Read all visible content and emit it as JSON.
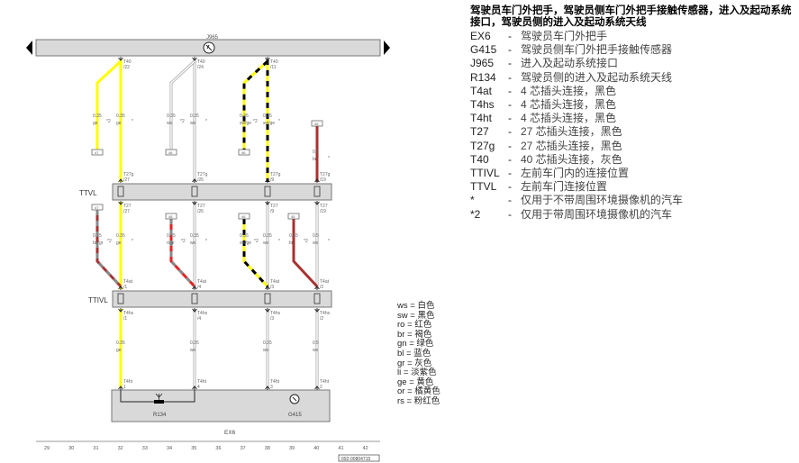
{
  "legend": {
    "title": "驾驶员车门外把手，驾驶员侧车门外把手接触传感器，进入及起动系统接口，驾驶员侧的进入及起动系统天线",
    "items": [
      {
        "code": "EX6",
        "desc": "驾驶员车门外把手"
      },
      {
        "code": "G415",
        "desc": "驾驶员侧车门外把手接触传感器"
      },
      {
        "code": "J965",
        "desc": "进入及起动系统接口"
      },
      {
        "code": "R134",
        "desc": "驾驶员侧的进入及起动系统天线"
      },
      {
        "code": "T4at",
        "desc": "4 芯插头连接，黑色"
      },
      {
        "code": "T4hs",
        "desc": "4 芯插头连接，黑色"
      },
      {
        "code": "T4ht",
        "desc": "4 芯插头连接，黑色"
      },
      {
        "code": "T27",
        "desc": "27 芯插头连接，黑色"
      },
      {
        "code": "T27g",
        "desc": "27 芯插头连接，黑色"
      },
      {
        "code": "T40",
        "desc": "40 芯插头连接，灰色"
      },
      {
        "code": "TTIVL",
        "desc": "左前车门内的连接位置"
      },
      {
        "code": "TTVL",
        "desc": "左前车门连接位置"
      },
      {
        "code": "*",
        "desc": "仅用于不带周围环境摄像机的汽车"
      },
      {
        "code": "*2",
        "desc": "仅用于带周围环境摄像机的汽车"
      }
    ]
  },
  "color_codes": [
    {
      "code": "ws",
      "name": "白色"
    },
    {
      "code": "sw",
      "name": "黑色"
    },
    {
      "code": "ro",
      "name": "红色"
    },
    {
      "code": "br",
      "name": "褐色"
    },
    {
      "code": "gn",
      "name": "绿色"
    },
    {
      "code": "bl",
      "name": "蓝色"
    },
    {
      "code": "gr",
      "name": "灰色"
    },
    {
      "code": "li",
      "name": "淡紫色"
    },
    {
      "code": "ge",
      "name": "黄色"
    },
    {
      "code": "or",
      "name": "橘黄色"
    },
    {
      "code": "rs",
      "name": "粉红色"
    }
  ],
  "diagram": {
    "components": {
      "j965": "J965",
      "ttvl": "TTVL",
      "ttivl": "TTIVL",
      "ex6": "EX6",
      "r134": "R134",
      "g415": "G415"
    },
    "wire_colors": {
      "ge": "#ffff00",
      "sw": "#000000",
      "br": "#a83232",
      "rt": "#e52222",
      "gr": "#8a8a8a",
      "ws": "#bdbdbd"
    },
    "columns": [
      {
        "t40": "T40",
        "t40_pin": "/22",
        "top_main": {
          "gauge": "0.35",
          "color": "ge"
        },
        "top_branch": {
          "gauge": "0.35",
          "color": "ge",
          "box": "47"
        },
        "t27g": "T27g",
        "t27g_pin": "/27",
        "t27": "T27",
        "t27_pin": "/27",
        "mid_main": {
          "gauge": "0.35",
          "color": "ge"
        },
        "mid_branch": {
          "gauge": "0.35",
          "color": "bn/gr",
          "box": "47"
        },
        "t4at": "T4at",
        "t4at_pin": "/1",
        "t4hs": "T4hs",
        "t4hs_pin": "/1",
        "bot": {
          "gauge": "0.35",
          "color": "ge"
        },
        "t4ht": "T4ht",
        "t4ht_pin": "1"
      },
      {
        "t40": "T40",
        "t40_pin": "/24",
        "top_main": {
          "gauge": "0.35",
          "color": "ws"
        },
        "top_branch": {
          "gauge": "0.35",
          "color": "ws",
          "box": "48"
        },
        "t27g": "T27g",
        "t27g_pin": "/26",
        "t27": "T27",
        "t27_pin": "/26",
        "mid_main": {
          "gauge": "0.35",
          "color": "ws"
        },
        "mid_branch": {
          "gauge": "0.35",
          "color": "rt/gr",
          "box": "48"
        },
        "t4at": "T4at",
        "t4at_pin": "/4",
        "t4hs": "T4hs",
        "t4hs_pin": "/4",
        "bot": {
          "gauge": "0.35",
          "color": "ws"
        },
        "t4ht": "T4ht",
        "t4ht_pin": "4"
      },
      {
        "t40": "T40",
        "t40_pin": "/11",
        "top_main": {
          "gauge": "0.35",
          "color": "sw/ge"
        },
        "top_branch": {
          "gauge": "0.35",
          "color": "sw/ge",
          "box": "46"
        },
        "t27g": "T27g",
        "t27g_pin": "/9",
        "t27": "T27",
        "t27_pin": "/9",
        "mid_main": {
          "gauge": "0.35",
          "color": "ws"
        },
        "mid_branch": {
          "gauge": "0.35",
          "color": "sw/ge",
          "box": "46"
        },
        "t4at": "T4at",
        "t4at_pin": "/3",
        "t4hs": "T4hs",
        "t4hs_pin": "/3",
        "bot": {
          "gauge": "0.35",
          "color": "ws"
        },
        "t4ht": "T4ht",
        "t4ht_pin": "3"
      },
      {
        "t40": "",
        "t40_pin": "",
        "top_main": {
          "gauge": "0.5",
          "color": "br",
          "box": "45"
        },
        "t27g": "T27g",
        "t27g_pin": "/19",
        "t27": "T27",
        "t27_pin": "/19",
        "mid_main": {
          "gauge": "0.5",
          "color": "ws"
        },
        "mid_branch": {
          "gauge": "0.35",
          "color": "br",
          "box": "45"
        },
        "t4at": "T4at",
        "t4at_pin": "/2",
        "t4hs": "T4hs",
        "t4hs_pin": "/2",
        "bot": {
          "gauge": "0.5",
          "color": "ws"
        },
        "t4ht": "T4ht",
        "t4ht_pin": "2"
      }
    ],
    "notes": {
      "star": "*",
      "star2": "*2"
    },
    "grid_numbers": [
      "29",
      "30",
      "31",
      "32",
      "33",
      "34",
      "35",
      "36",
      "37",
      "38",
      "39",
      "40",
      "41",
      "42"
    ],
    "doc_number": "092-00804715"
  }
}
